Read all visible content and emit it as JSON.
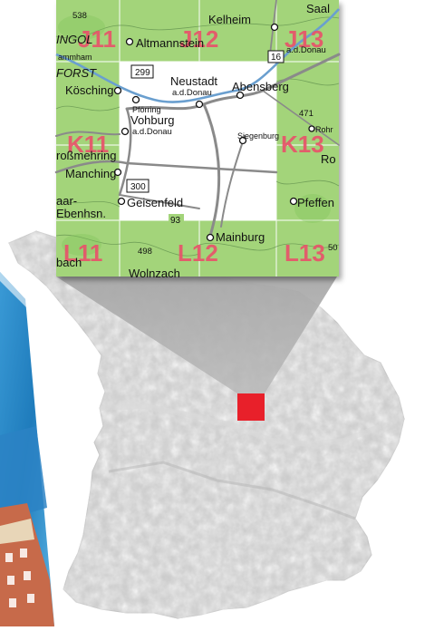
{
  "map": {
    "tiles": [
      {
        "id": "J11",
        "label": "J11"
      },
      {
        "id": "J12",
        "label": "J12"
      },
      {
        "id": "J13",
        "label": "J13"
      },
      {
        "id": "K11",
        "label": "K11"
      },
      {
        "id": "K13",
        "label": "K13"
      },
      {
        "id": "L11",
        "label": "L11"
      },
      {
        "id": "L12",
        "label": "L12"
      },
      {
        "id": "L13",
        "label": "L13"
      }
    ],
    "places": {
      "kelheim": "Kelheim",
      "altmannstein": "Altmannstein",
      "neustadt": "Neustadt",
      "neustadt_sub": "a.d.Donau",
      "abensberg": "Abensberg",
      "pforring": "Pförring",
      "vohburg": "Vohburg",
      "vohburg_sub": "a.d.Donau",
      "siegenburg": "Siegenburg",
      "kosching": "Kösching",
      "manching": "Manching",
      "grossmehring": "roßmehring",
      "geisenfeld": "Geisenfeld",
      "mainburg": "Mainburg",
      "pfeffen": "Pfeffen",
      "ro": "Ro",
      "rohr": "Rohr",
      "saal": "Saal",
      "saal_sub": "a.d.Donau",
      "ingolstadt_frag": "INGOL",
      "forst_frag": "FORST",
      "hammham": "ammham",
      "bach": "bach",
      "baar": "aar-",
      "ebenhsn": "Ebenhsn.",
      "wolnzach": "Wolnzach"
    },
    "roads": {
      "r299": "299",
      "r300": "300",
      "r16": "16",
      "r93": "93"
    },
    "elevations": {
      "e538": "538",
      "e471": "471",
      "e498": "498",
      "e50": "50"
    },
    "colors": {
      "tile_green": "#a3d47a",
      "center_white": "#ffffff",
      "label_pink": "#e8536a",
      "region_gray": "#c9c9c9",
      "marker_red": "#e8202a",
      "cover_blue": "#2a8fcf"
    }
  }
}
